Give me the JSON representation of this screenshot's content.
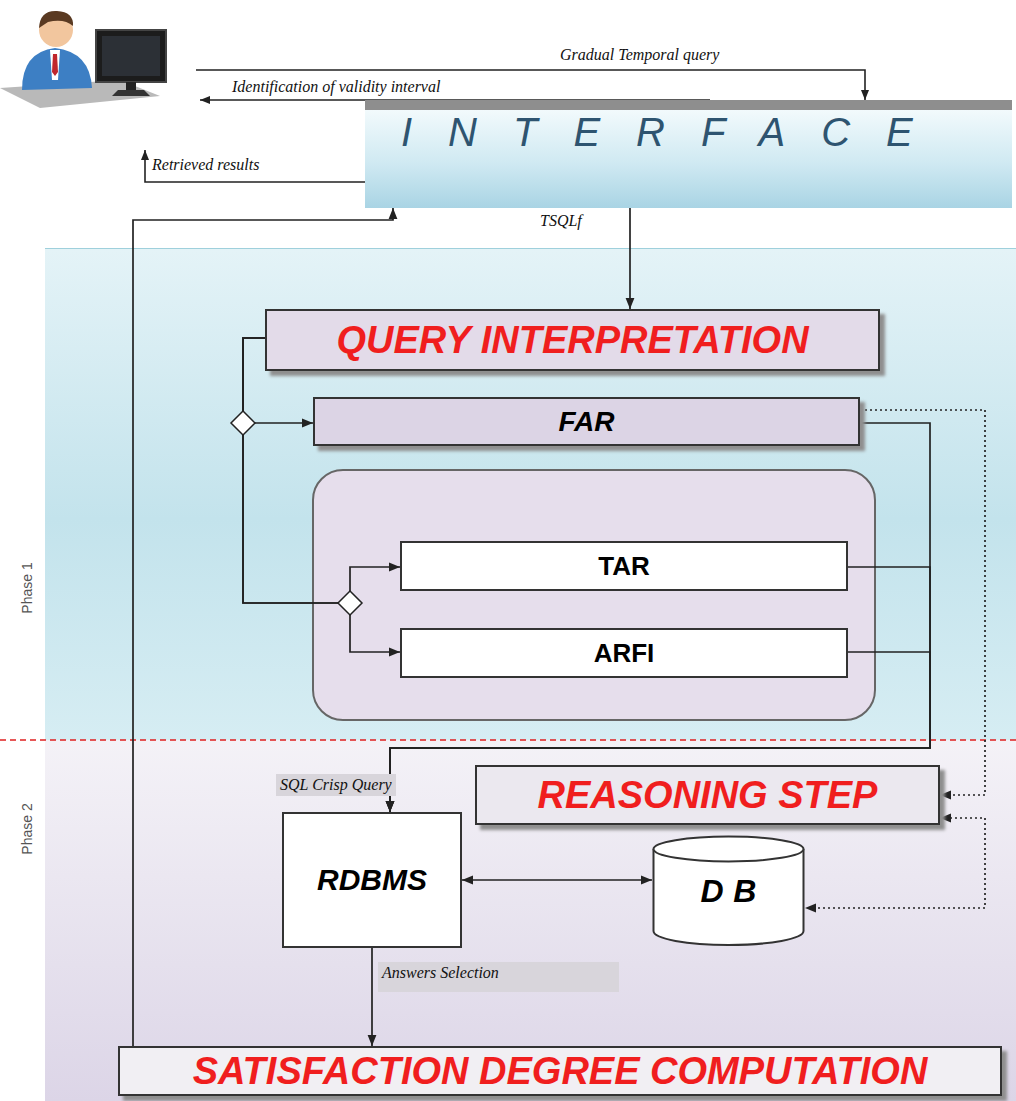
{
  "diagram": {
    "nodes": [
      {
        "text": [
          "INTERFACE"
        ]
      },
      {
        "text": [
          "Phase 1"
        ]
      },
      {
        "text": [
          "QUERY INTERPRETATION"
        ],
        "in": 1
      },
      {
        "text": [
          "FAR"
        ],
        "in": 1
      },
      {
        "text": [
          "TAR"
        ],
        "in": 1
      },
      {
        "text": [
          "ARFI"
        ],
        "in": 1
      },
      {
        "text": [
          "Phase 2"
        ]
      },
      {
        "text": [
          "REASONING STEP"
        ],
        "in": 6
      },
      {
        "text": [
          "RDBMS"
        ],
        "in": 6
      },
      {
        "text": [
          "DB"
        ],
        "in": 6
      },
      {
        "text": [
          "SATISFACTION DEGREE COMPUTATION"
        ],
        "in": 6
      }
    ],
    "edges": [
      {
        "from": 0,
        "to": 2,
        "arrow": "to",
        "label": "TSQLf"
      },
      {
        "from": 2,
        "to": 3,
        "arrow": "to"
      },
      {
        "from": 2,
        "to": 4,
        "arrow": "to"
      },
      {
        "from": 2,
        "to": 5,
        "arrow": "to"
      },
      {
        "from": 3,
        "to": 8,
        "arrow": "to",
        "label": "SQL Crisp Query"
      },
      {
        "from": 4,
        "to": 8,
        "arrow": "to"
      },
      {
        "from": 5,
        "to": 8,
        "arrow": "to"
      },
      {
        "from": 3,
        "to": 7,
        "arrow": "to"
      },
      {
        "from": 7,
        "to": 9,
        "arrow": "both"
      },
      {
        "from": 8,
        "to": 9,
        "arrow": "both"
      },
      {
        "from": 8,
        "to": 10,
        "arrow": "to",
        "label": "Answers Selection"
      },
      {
        "from": 10,
        "to": 0,
        "arrow": "to"
      }
    ],
    "labels": [
      "Gradual Temporal query",
      "Identification of validity interval",
      "Retrieved results"
    ]
  }
}
